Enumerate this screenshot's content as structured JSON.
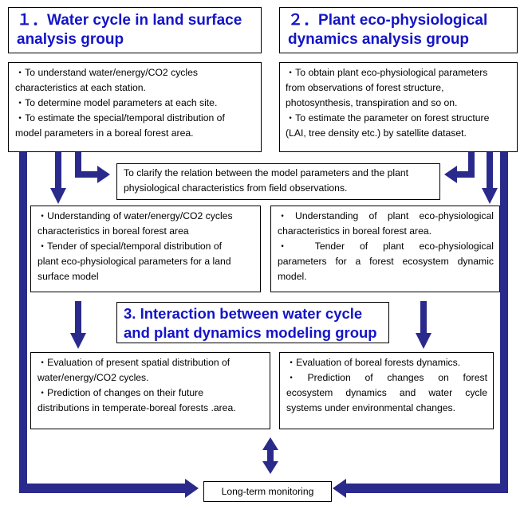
{
  "group1": {
    "number": "１．",
    "title_lines": [
      "Water cycle in land surface",
      "analysis group"
    ],
    "objectives": [
      "・To understand water/energy/CO2 cycles",
      "characteristics at each station.",
      "・To determine model parameters at each site.",
      "・To estimate the special/temporal distribution of",
      "model parameters in a boreal forest area."
    ]
  },
  "group2": {
    "number": "２．",
    "title_lines": [
      "Plant eco-physiological",
      "dynamics analysis group"
    ],
    "objectives": [
      "・To obtain plant eco-physiological parameters",
      "from observations of forest structure,",
      "photosynthesis, transpiration and so on.",
      "・To estimate the parameter on forest structure",
      "(LAI, tree density etc.) by satellite dataset."
    ]
  },
  "relation": {
    "lines": [
      "To clarify the relation between the model parameters and the plant",
      "physiological characteristics from field observations."
    ]
  },
  "outputs1": {
    "lines": [
      "・Understanding of water/energy/CO2 cycles",
      "characteristics in boreal forest area",
      "・Tender of special/temporal distribution of",
      "plant eco-physiological parameters for a land",
      "surface model"
    ]
  },
  "outputs2": {
    "lines": [
      "・Understanding of plant eco-physiological",
      "characteristics in boreal forest area.",
      "・ Tender of plant eco-physiological",
      "parameters for a forest ecosystem dynamic",
      "model."
    ]
  },
  "group3": {
    "title_lines": [
      "3. Interaction between water cycle",
      "and plant dynamics modeling group"
    ]
  },
  "eval1": {
    "lines": [
      "・Evaluation of present spatial distribution of",
      "water/energy/CO2 cycles.",
      "・Prediction of changes on their future",
      "distributions in temperate-boreal forests .area."
    ]
  },
  "eval2": {
    "lines": [
      "・Evaluation of boreal forests dynamics.",
      "・Prediction of changes on forest",
      "ecosystem dynamics and water cycle",
      "systems under environmental changes."
    ]
  },
  "monitoring": {
    "label": "Long-term monitoring"
  },
  "colors": {
    "title": "#1414c8",
    "arrow": "#2a2a8c",
    "border": "#000000"
  }
}
